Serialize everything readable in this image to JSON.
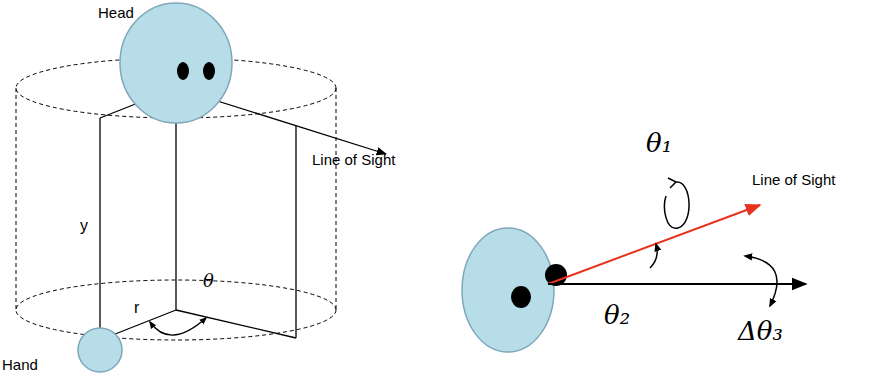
{
  "diagram": {
    "nodes": [
      {
        "text": [
          "Head"
        ]
      },
      {
        "text": [
          "Hand"
        ]
      }
    ],
    "labels": [
      "Line of Sight",
      "y",
      "r",
      "θ",
      "Line of Sight",
      "θ₁",
      "θ₂",
      "Δθ₃"
    ]
  }
}
